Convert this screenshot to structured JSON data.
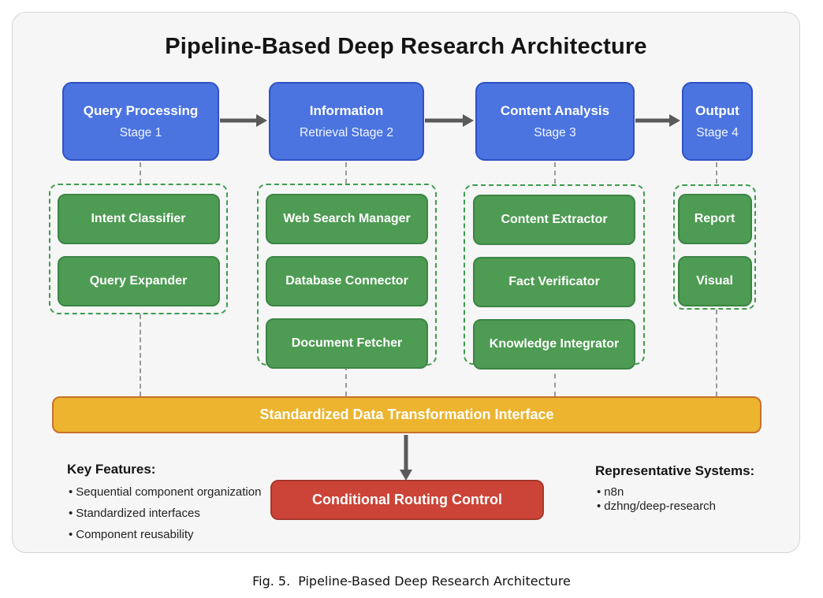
{
  "diagram": {
    "title": "Pipeline-Based Deep Research Architecture",
    "bullet": "•",
    "stages": [
      {
        "title": "Query Processing",
        "subtitle": "Stage 1"
      },
      {
        "title": "Information",
        "subtitle": "Retrieval Stage 2"
      },
      {
        "title": "Content Analysis",
        "subtitle": "Stage 3"
      },
      {
        "title": "Output",
        "subtitle": "Stage 4"
      }
    ],
    "groups": [
      {
        "components": [
          "Intent Classifier",
          "Query Expander"
        ]
      },
      {
        "components": [
          "Web Search Manager",
          "Database Connector",
          "Document Fetcher"
        ]
      },
      {
        "components": [
          "Content Extractor",
          "Fact Verificator",
          "Knowledge Integrator"
        ]
      },
      {
        "components": [
          "Report",
          "Visual"
        ]
      }
    ],
    "interface_bar": "Standardized Data Transformation Interface",
    "routing_box": "Conditional Routing Control",
    "key_features": {
      "heading": "Key Features:",
      "items": [
        "Sequential component organization",
        "Standardized interfaces",
        "Component reusability"
      ]
    },
    "representative_systems": {
      "heading": "Representative Systems:",
      "items": [
        "n8n",
        "dzhng/deep-research"
      ]
    },
    "colors": {
      "stage_fill": "#4b74e0",
      "stage_border": "#2f52c4",
      "component_fill": "#4e9b53",
      "component_border": "#3c8544",
      "group_border": "#3d9c4d",
      "interface_fill": "#ecb42f",
      "interface_border": "#c9702c",
      "routing_fill": "#cc4437",
      "routing_border": "#a5392c",
      "arrow": "#5a5a5a",
      "connector": "#9a9a9a",
      "panel_bg": "#f6f6f7",
      "panel_border": "#d4d4d4"
    }
  },
  "caption": {
    "label": "Fig. 5.",
    "text": "Pipeline-Based Deep Research Architecture"
  }
}
